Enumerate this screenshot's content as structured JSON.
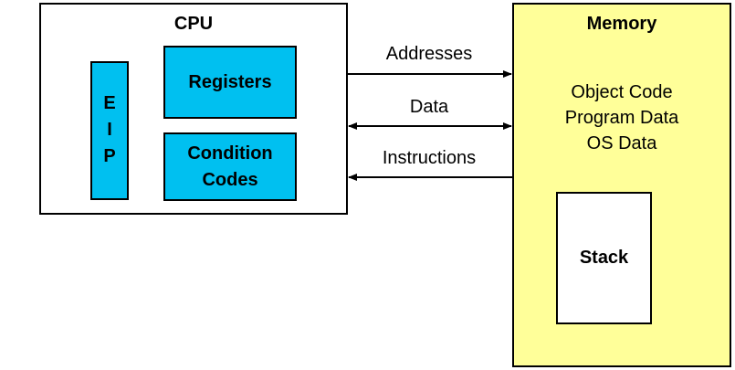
{
  "cpu": {
    "title": "CPU",
    "eip_label": "E\nI\nP",
    "registers_label": "Registers",
    "condition_codes_label": "Condition\nCodes"
  },
  "memory": {
    "title": "Memory",
    "contents": [
      "Object Code",
      "Program Data",
      "OS Data"
    ],
    "stack_label": "Stack"
  },
  "connections": {
    "addresses": "Addresses",
    "data": "Data",
    "instructions": "Instructions"
  },
  "colors": {
    "register_fill": "#00c0f0",
    "memory_fill": "#ffff99",
    "outline": "#000000"
  }
}
